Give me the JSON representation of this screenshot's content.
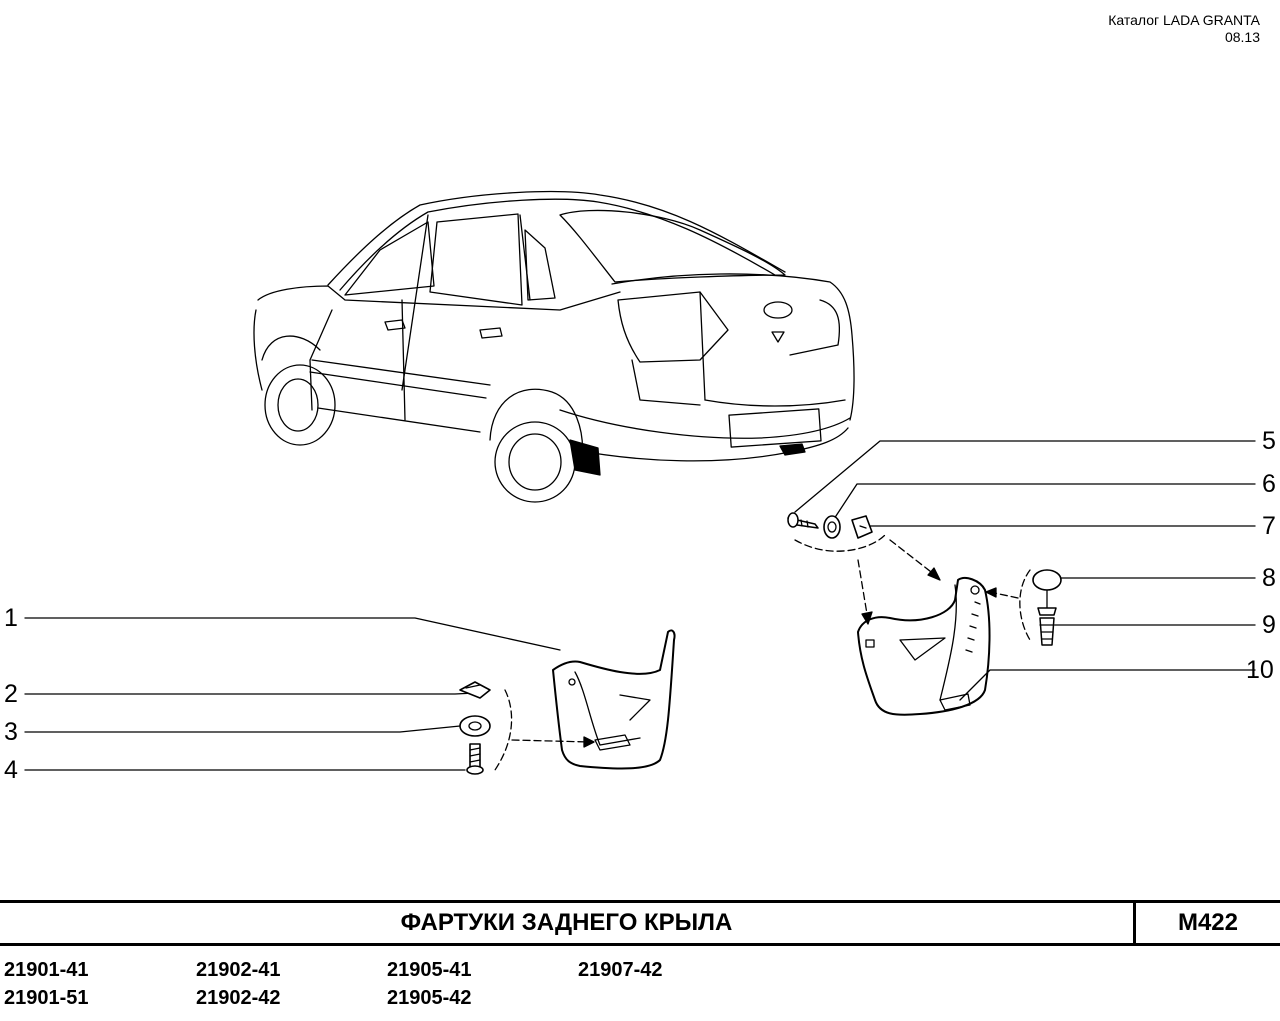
{
  "header": {
    "catalog": "Каталог  LADA  GRANTA",
    "date": "08.13"
  },
  "callouts": [
    "1",
    "2",
    "3",
    "4",
    "5",
    "6",
    "7",
    "8",
    "9",
    "10"
  ],
  "title": "ФАРТУКИ ЗАДНЕГО КРЫЛА",
  "page_code": "М422",
  "models": [
    "21901-41",
    "21902-41",
    "21905-41",
    "21907-42",
    "21901-51",
    "21902-42",
    "21905-42"
  ]
}
